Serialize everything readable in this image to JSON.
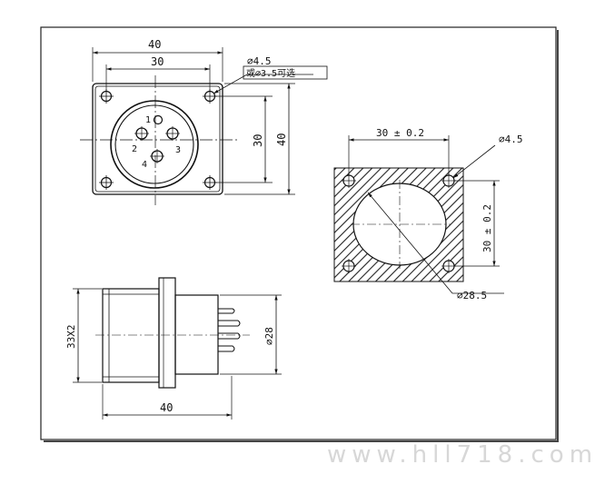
{
  "front_view": {
    "overall_width": "40",
    "hole_spacing": "30",
    "hole_dia_line1": "⌀4.5",
    "hole_dia_line2": "或⌀3.5可选",
    "overall_height": "40",
    "hole_spacing_v": "30",
    "pins": [
      "1",
      "2",
      "3",
      "4"
    ]
  },
  "panel_cutout": {
    "hole_spacing_h": "30 ± 0.2",
    "hole_dia": "⌀4.5",
    "hole_spacing_v": "30 ± 0.2",
    "bore_dia": "⌀28.5"
  },
  "side_view": {
    "thread": "33X2",
    "body_dia": "⌀28",
    "length": "40"
  },
  "watermark": "www.hll718.com"
}
